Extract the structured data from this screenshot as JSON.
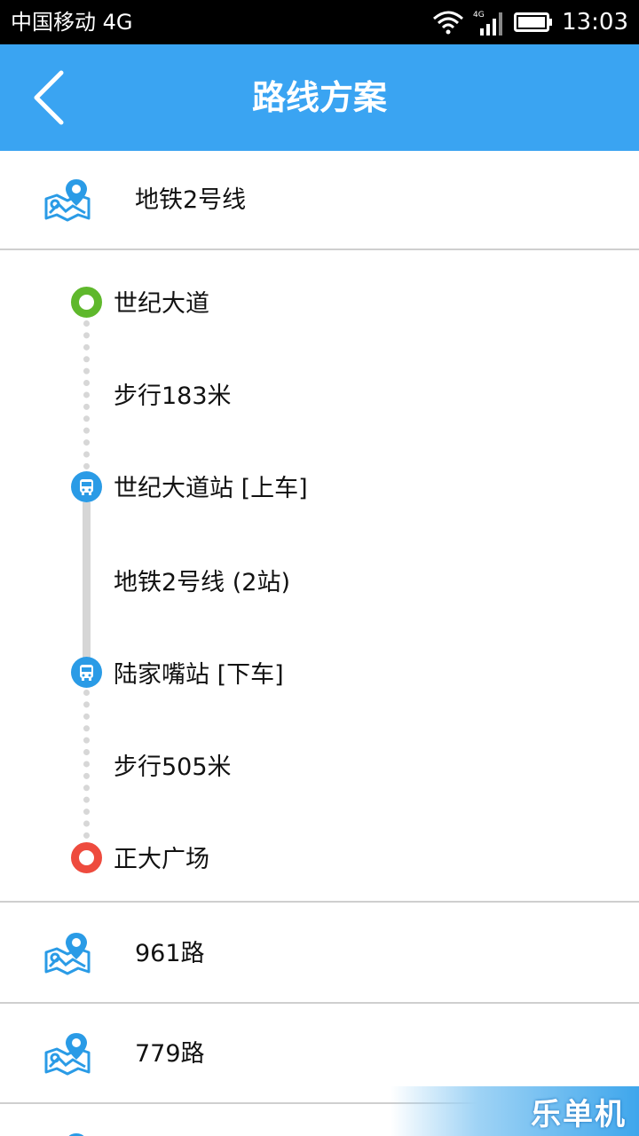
{
  "status_bar": {
    "carrier": "中国移动 4G",
    "network": "4G",
    "time": "13:03"
  },
  "header": {
    "title": "路线方案",
    "back_icon": "chevron-left-icon"
  },
  "routes": [
    {
      "label": "地铁2号线",
      "icon": "map-pin-icon",
      "expanded": true
    },
    {
      "label": "961路",
      "icon": "map-pin-icon",
      "expanded": false
    },
    {
      "label": "779路",
      "icon": "map-pin-icon",
      "expanded": false
    }
  ],
  "steps": [
    {
      "kind": "start",
      "text": "世纪大道"
    },
    {
      "kind": "walk",
      "text": "步行183米"
    },
    {
      "kind": "board",
      "text": "世纪大道站 [上车]"
    },
    {
      "kind": "ride",
      "text": "地铁2号线 (2站)"
    },
    {
      "kind": "alight",
      "text": "陆家嘴站 [下车]"
    },
    {
      "kind": "walk",
      "text": "步行505米"
    },
    {
      "kind": "end",
      "text": "正大广场"
    }
  ],
  "colors": {
    "header": "#3aa4f2",
    "start": "#5fb82c",
    "end": "#ee4b3e",
    "bus": "#2a9be6"
  },
  "watermark": "乐单机"
}
